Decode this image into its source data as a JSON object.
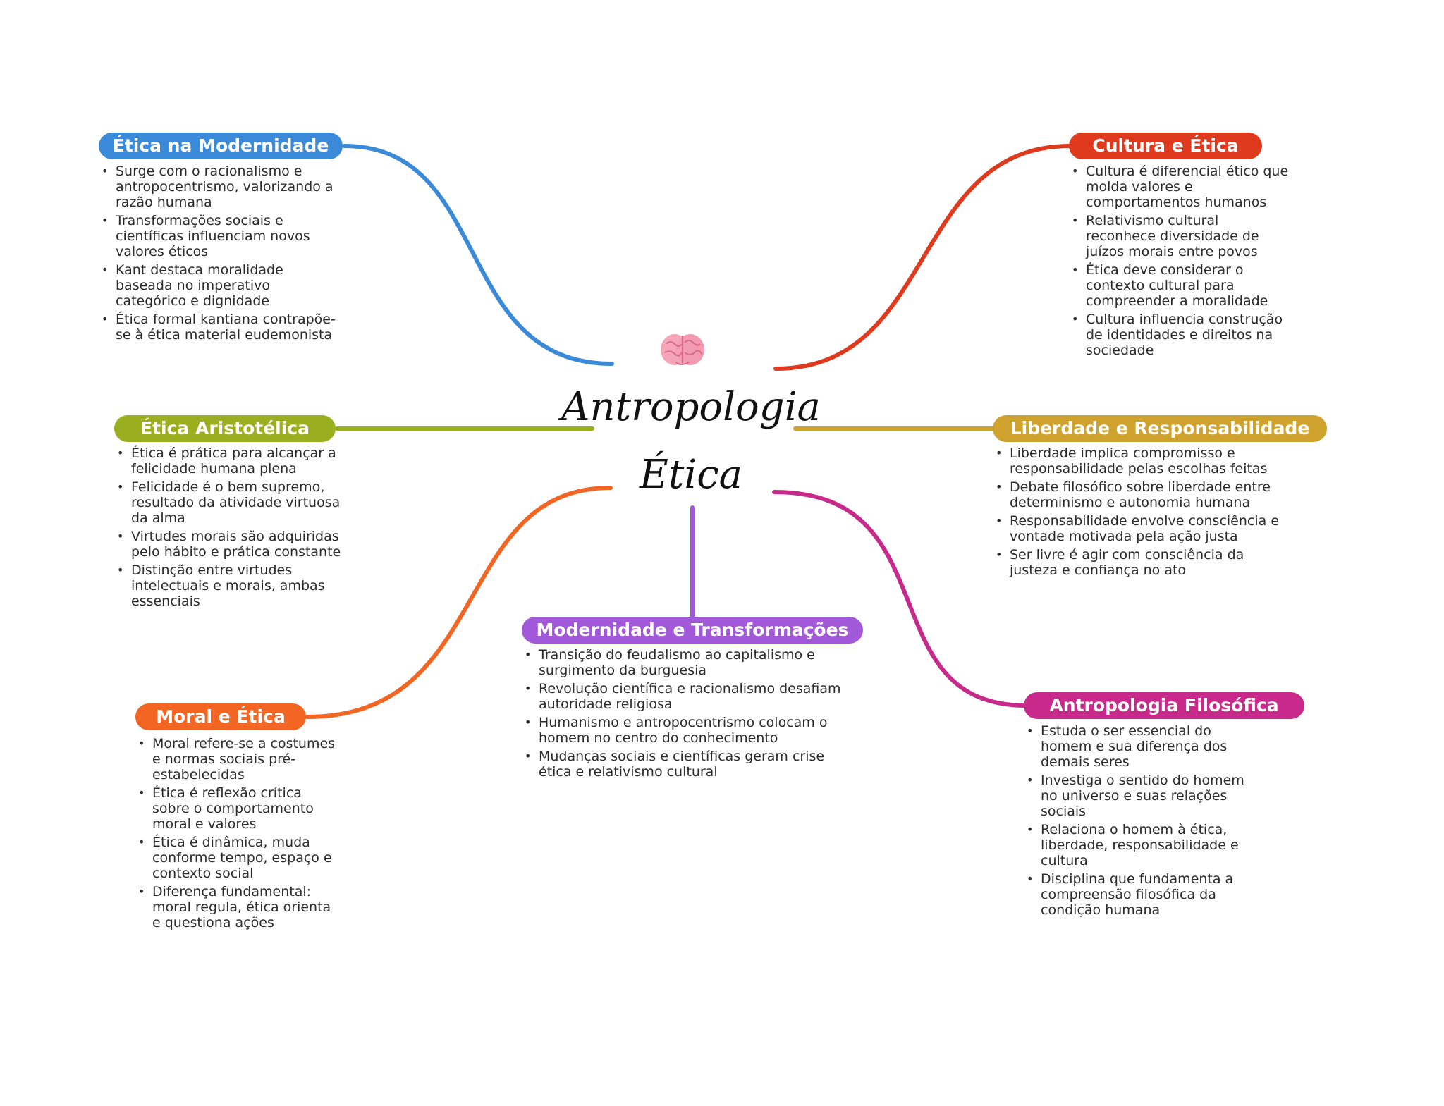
{
  "title": "Antropologia Ética",
  "central": {
    "title_line1": "Antropologia",
    "title_line2": "Ética",
    "icon": "brain-icon"
  },
  "branches": [
    {
      "title": "Ética na Modernidade",
      "color": "#3B8AD9",
      "items": [
        "Surge com o racionalismo e antropocentrismo, valorizando a razão humana",
        "Transformações sociais e científicas influenciam novos valores éticos",
        "Kant destaca moralidade baseada no imperativo categórico e dignidade",
        "Ética formal kantiana contrapõe-se à ética material eudemonista"
      ]
    },
    {
      "title": "Ética Aristotélica",
      "color": "#9AAF1F",
      "items": [
        "Ética é prática para alcançar a felicidade humana plena",
        "Felicidade é o bem supremo, resultado da atividade virtuosa da alma",
        "Virtudes morais são adquiridas pelo hábito e prática constante",
        "Distinção entre virtudes intelectuais e morais, ambas essenciais"
      ]
    },
    {
      "title": "Moral e Ética",
      "color": "#F26522",
      "items": [
        "Moral refere-se a costumes e normas sociais pré-estabelecidas",
        "Ética é reflexão crítica sobre o comportamento moral e valores",
        "Ética é dinâmica, muda conforme tempo, espaço e contexto social",
        "Diferença fundamental: moral regula, ética orienta e questiona ações"
      ]
    },
    {
      "title": "Modernidade e Transformações",
      "color": "#A259D9",
      "items": [
        "Transição do feudalismo ao capitalismo e surgimento da burguesia",
        "Revolução científica e racionalismo desafiam autoridade religiosa",
        "Humanismo e antropocentrismo colocam o homem no centro do conhecimento",
        "Mudanças sociais e científicas geram crise ética e relativismo cultural"
      ]
    },
    {
      "title": "Cultura e Ética",
      "color": "#E03A1E",
      "items": [
        "Cultura é diferencial ético que molda valores e comportamentos humanos",
        "Relativismo cultural reconhece diversidade de juízos morais entre povos",
        "Ética deve considerar o contexto cultural para compreender a moralidade",
        "Cultura influencia construção de identidades e direitos na sociedade"
      ]
    },
    {
      "title": "Liberdade e Responsabilidade",
      "color": "#CFA22E",
      "items": [
        "Liberdade implica compromisso e responsabilidade pelas escolhas feitas",
        "Debate filosófico sobre liberdade entre determinismo e autonomia humana",
        "Responsabilidade envolve consciência e vontade motivada pela ação justa",
        "Ser livre é agir com consciência da justeza e confiança no ato"
      ]
    },
    {
      "title": "Antropologia Filosófica",
      "color": "#C72A8A",
      "items": [
        "Estuda o ser essencial do homem e sua diferença dos demais seres",
        "Investiga o sentido do homem no universo e suas relações sociais",
        "Relaciona o homem à ética, liberdade, responsabilidade e cultura",
        "Disciplina que fundamenta a compreensão filosófica da condição humana"
      ]
    }
  ]
}
